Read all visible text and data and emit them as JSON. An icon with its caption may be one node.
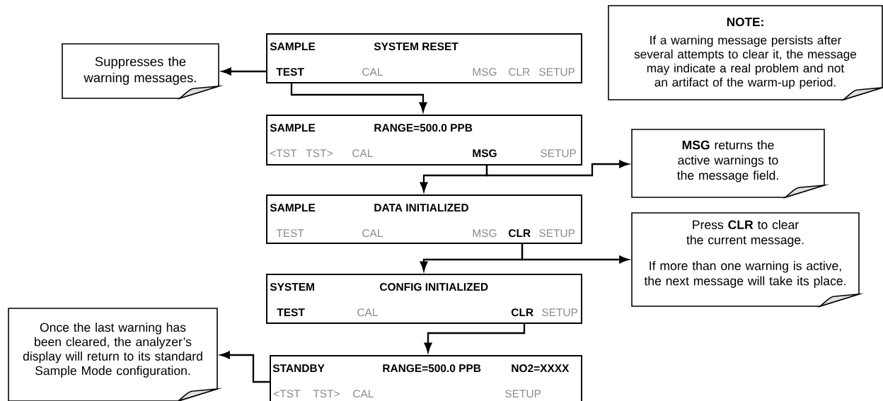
{
  "diagram": {
    "nodes": [
      {
        "text": [
          "Suppresses the warning messages."
        ]
      },
      {
        "text": [
          "SAMPLE",
          "SYSTEM RESET",
          "TEST",
          "CAL",
          "MSG",
          "CLR",
          "SETUP"
        ]
      },
      {
        "text": [
          "NOTE:",
          "If a warning message persists after several attempts to clear it, the message may indicate a real problem and not an artifact of the warm-up period."
        ]
      },
      {
        "text": [
          "SAMPLE",
          "RANGE=500.0 PPB",
          "<TST",
          "TST>",
          "CAL",
          "MSG",
          "SETUP"
        ]
      },
      {
        "text": [
          "**MSG** returns the active warnings to the message field."
        ]
      },
      {
        "text": [
          "SAMPLE",
          "DATA INITIALIZED",
          "TEST",
          "CAL",
          "MSG",
          "CLR",
          "SETUP"
        ]
      },
      {
        "text": [
          "Press **CLR** to clear the current message.",
          "If more than one warning is active, the next message will take its place."
        ]
      },
      {
        "text": [
          "SYSTEM",
          "CONFIG INITIALIZED",
          "TEST",
          "CAL",
          "CLR",
          "SETUP"
        ]
      },
      {
        "text": [
          "Once the last warning has been cleared, the analyzer’s display will return to its standard Sample Mode configuration."
        ]
      },
      {
        "text": [
          "STANDBY",
          "RANGE=500.0 PPB",
          "NO2=XXXX",
          "<TST",
          "TST>",
          "CAL",
          "SETUP"
        ]
      }
    ],
    "edges": [
      {
        "from": 1,
        "to": 0,
        "arrow": "to"
      },
      {
        "from": 1,
        "to": 3,
        "arrow": "to"
      },
      {
        "from": 3,
        "to": 5,
        "arrow": "to"
      },
      {
        "from": 3,
        "to": 4,
        "arrow": "to"
      },
      {
        "from": 5,
        "to": 7,
        "arrow": "to"
      },
      {
        "from": 5,
        "to": 6,
        "arrow": "to"
      },
      {
        "from": 7,
        "to": 9,
        "arrow": "to"
      },
      {
        "from": 9,
        "to": 8,
        "arrow": "to"
      }
    ]
  }
}
